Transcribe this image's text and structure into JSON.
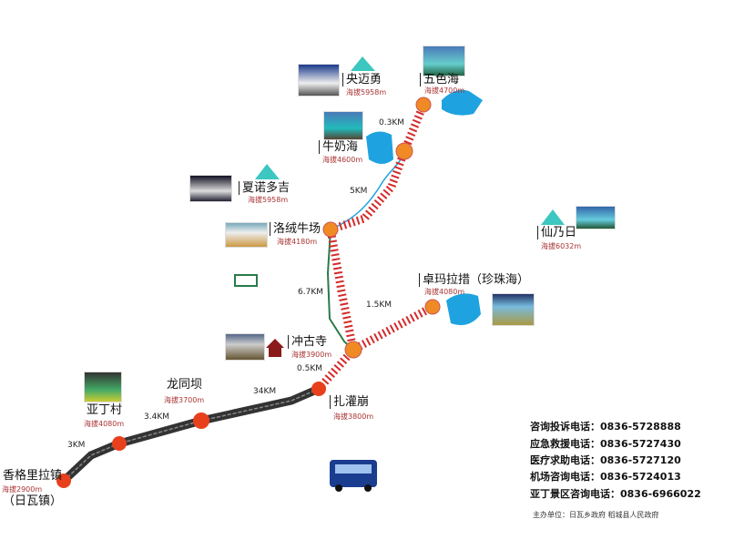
{
  "places": [
    {
      "name": "央迈勇",
      "alt": "海拔5958m"
    },
    {
      "name": "五色海",
      "alt": "海拔4700m"
    },
    {
      "name": "牛奶海",
      "alt": "海拔4600m"
    },
    {
      "name": "夏诺多吉",
      "alt": "海拔5958m"
    },
    {
      "name": "洛绒牛场",
      "alt": "海拔4180m"
    },
    {
      "name": "仙乃日",
      "alt": "海拔6032m"
    },
    {
      "name": "卓玛拉措（珍珠海）",
      "alt": "海拔4080m"
    },
    {
      "name": "冲古寺",
      "alt": "海拔3900m"
    },
    {
      "name": "扎灌崩",
      "alt": "海拔3800m"
    },
    {
      "name": "龙同坝",
      "alt": "海拔3700m"
    },
    {
      "name": "亚丁村",
      "alt": "海拔4080m"
    },
    {
      "name": "香格里拉镇",
      "alt": "海拔2900m",
      "alias": "（日瓦镇）"
    }
  ],
  "distances": [
    "0.3KM",
    "5KM",
    "6.7KM",
    "1.5KM",
    "0.5KM",
    "34KM",
    "3.4KM",
    "3KM"
  ],
  "contacts": [
    {
      "label": "咨询投诉电话：",
      "phone": "0836-5728888"
    },
    {
      "label": "应急救援电话：",
      "phone": "0836-5727430"
    },
    {
      "label": "医疗求助电话：",
      "phone": "0836-5727120"
    },
    {
      "label": "机场咨询电话：",
      "phone": "0836-5724013"
    },
    {
      "label": "亚丁景区咨询电话：",
      "phone": "0836-6966022"
    }
  ],
  "footer": "主办单位：日瓦乡政府 稻城县人民政府",
  "colors": {
    "route_hiking": "#d42a2a",
    "road": "#333333",
    "node": "#f08a24",
    "node_lower": "#e8401c",
    "lake": "#1fa2e0",
    "mountain": "#3cc7c0",
    "trail": "#2a7a4a"
  }
}
